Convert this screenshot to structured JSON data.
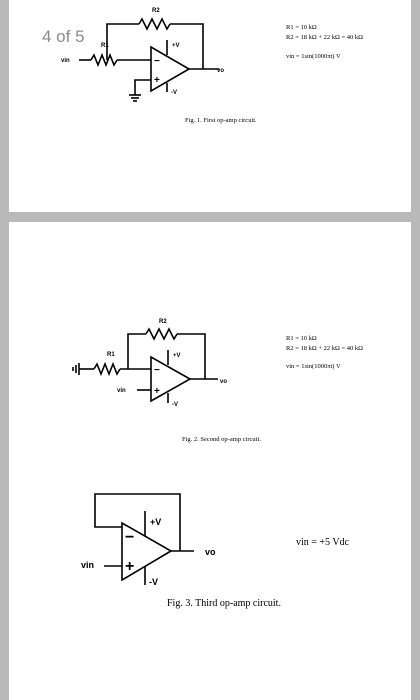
{
  "page_counter": "4 of 5",
  "fig1": {
    "labels": {
      "r2": "R2",
      "r1": "R1",
      "vplus": "+V",
      "vminus": "-V",
      "vin": "vin",
      "vo": "vo",
      "minus": "−",
      "plus": "+"
    },
    "notes": [
      "R1 = 10 kΩ",
      "R2 = 18 kΩ + 22 kΩ = 40 kΩ",
      "vin = 1sin(1000πt) V"
    ],
    "caption": "Fig. 1. First op-amp circuit."
  },
  "fig2": {
    "labels": {
      "r2": "R2",
      "r1": "R1",
      "vplus": "+V",
      "vminus": "-V",
      "vin": "vin",
      "vo": "vo",
      "minus": "−",
      "plus": "+"
    },
    "notes": [
      "R1 = 10 kΩ",
      "R2 = 18 kΩ + 22 kΩ = 40 kΩ",
      "vin = 1sin(1000πt) V"
    ],
    "caption": "Fig. 2. Second op-amp circuit."
  },
  "fig3": {
    "labels": {
      "vplus": "+V",
      "vminus": "-V",
      "vin": "vin",
      "vo": "vo",
      "minus": "−",
      "plus": "+"
    },
    "notes": [
      "vin = +5 Vdc"
    ],
    "caption": "Fig. 3. Third op-amp circuit."
  }
}
